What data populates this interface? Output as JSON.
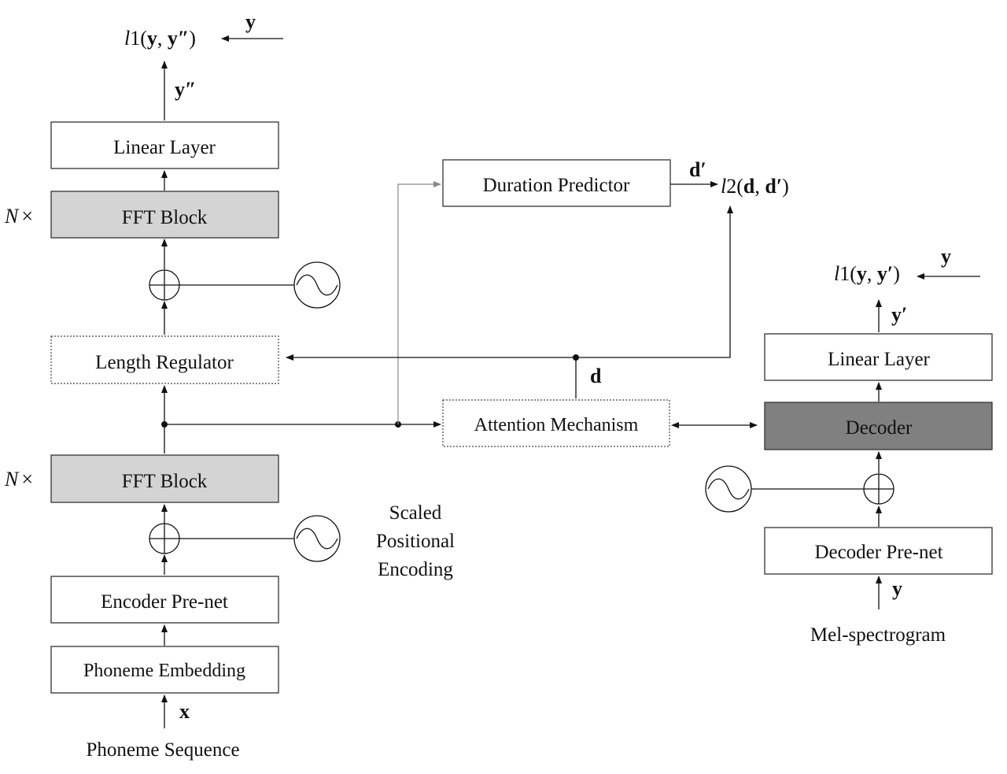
{
  "encoder": {
    "linear_layer": "Linear Layer",
    "fft_block_top": "FFT Block",
    "length_regulator": "Length Regulator",
    "fft_block_bottom": "FFT Block",
    "encoder_prenet": "Encoder Pre-net",
    "phoneme_embedding": "Phoneme Embedding",
    "input_label": "Phoneme Sequence",
    "input_var": "x",
    "repeat_top": "N",
    "repeat_bottom": "N",
    "times": "×"
  },
  "loss_left": {
    "fn": "l",
    "idx": "1",
    "open": "(",
    "arg1": "y",
    "comma": ", ",
    "arg2": "y″",
    "close": ")",
    "target": "y",
    "output": "y″"
  },
  "duration": {
    "predictor": "Duration Predictor",
    "pred_var": "d′",
    "loss_fn": "l",
    "loss_idx": "2",
    "loss_open": "(",
    "loss_arg1": "d",
    "loss_comma": ", ",
    "loss_arg2": "d′",
    "loss_close": ")"
  },
  "attention": {
    "label": "Attention Mechanism",
    "duration_var": "d"
  },
  "positional_encoding": {
    "line1": "Scaled",
    "line2": "Positional",
    "line3": "Encoding"
  },
  "decoder": {
    "linear_layer": "Linear Layer",
    "decoder": "Decoder",
    "decoder_prenet": "Decoder Pre-net",
    "input_label": "Mel-spectrogram",
    "input_var": "y",
    "output": "y′"
  },
  "loss_right": {
    "fn": "l",
    "idx": "1",
    "open": "(",
    "arg1": "y",
    "comma": ", ",
    "arg2": "y′",
    "close": ")",
    "target": "y"
  }
}
